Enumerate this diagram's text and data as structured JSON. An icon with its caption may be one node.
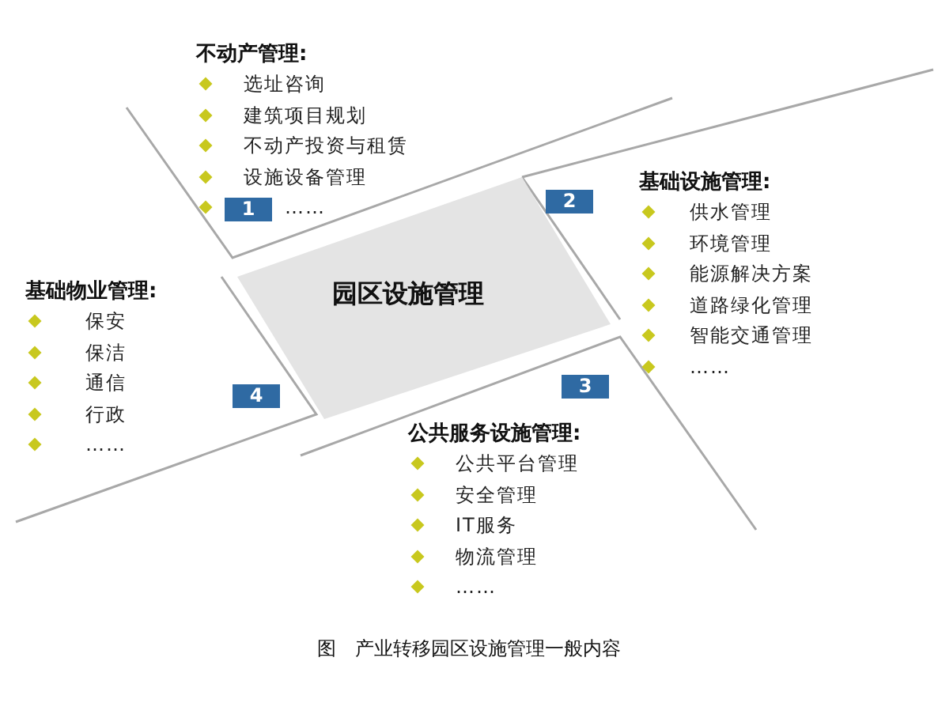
{
  "diagram": {
    "caption": "图　产业转移园区设施管理一般内容",
    "nodes": [
      {
        "text": [
          "不动产管理:",
          "选址咨询",
          "建筑项目规划",
          "不动产投资与租赁",
          "设施设备管理",
          "……"
        ]
      },
      {
        "text": [
          "基础设施管理:",
          "供水管理",
          "环境管理",
          "能源解决方案",
          "道路绿化管理",
          "智能交通管理",
          "……"
        ]
      },
      {
        "text": [
          "园区设施管理"
        ]
      },
      {
        "text": [
          "基础物业管理:",
          "保安",
          "保洁",
          "通信",
          "行政",
          "……"
        ]
      },
      {
        "text": [
          "公共服务设施管理:",
          "公共平台管理",
          "安全管理",
          "IT服务",
          "物流管理",
          "……"
        ]
      }
    ],
    "labels": [
      "1",
      "2",
      "3",
      "4"
    ]
  }
}
